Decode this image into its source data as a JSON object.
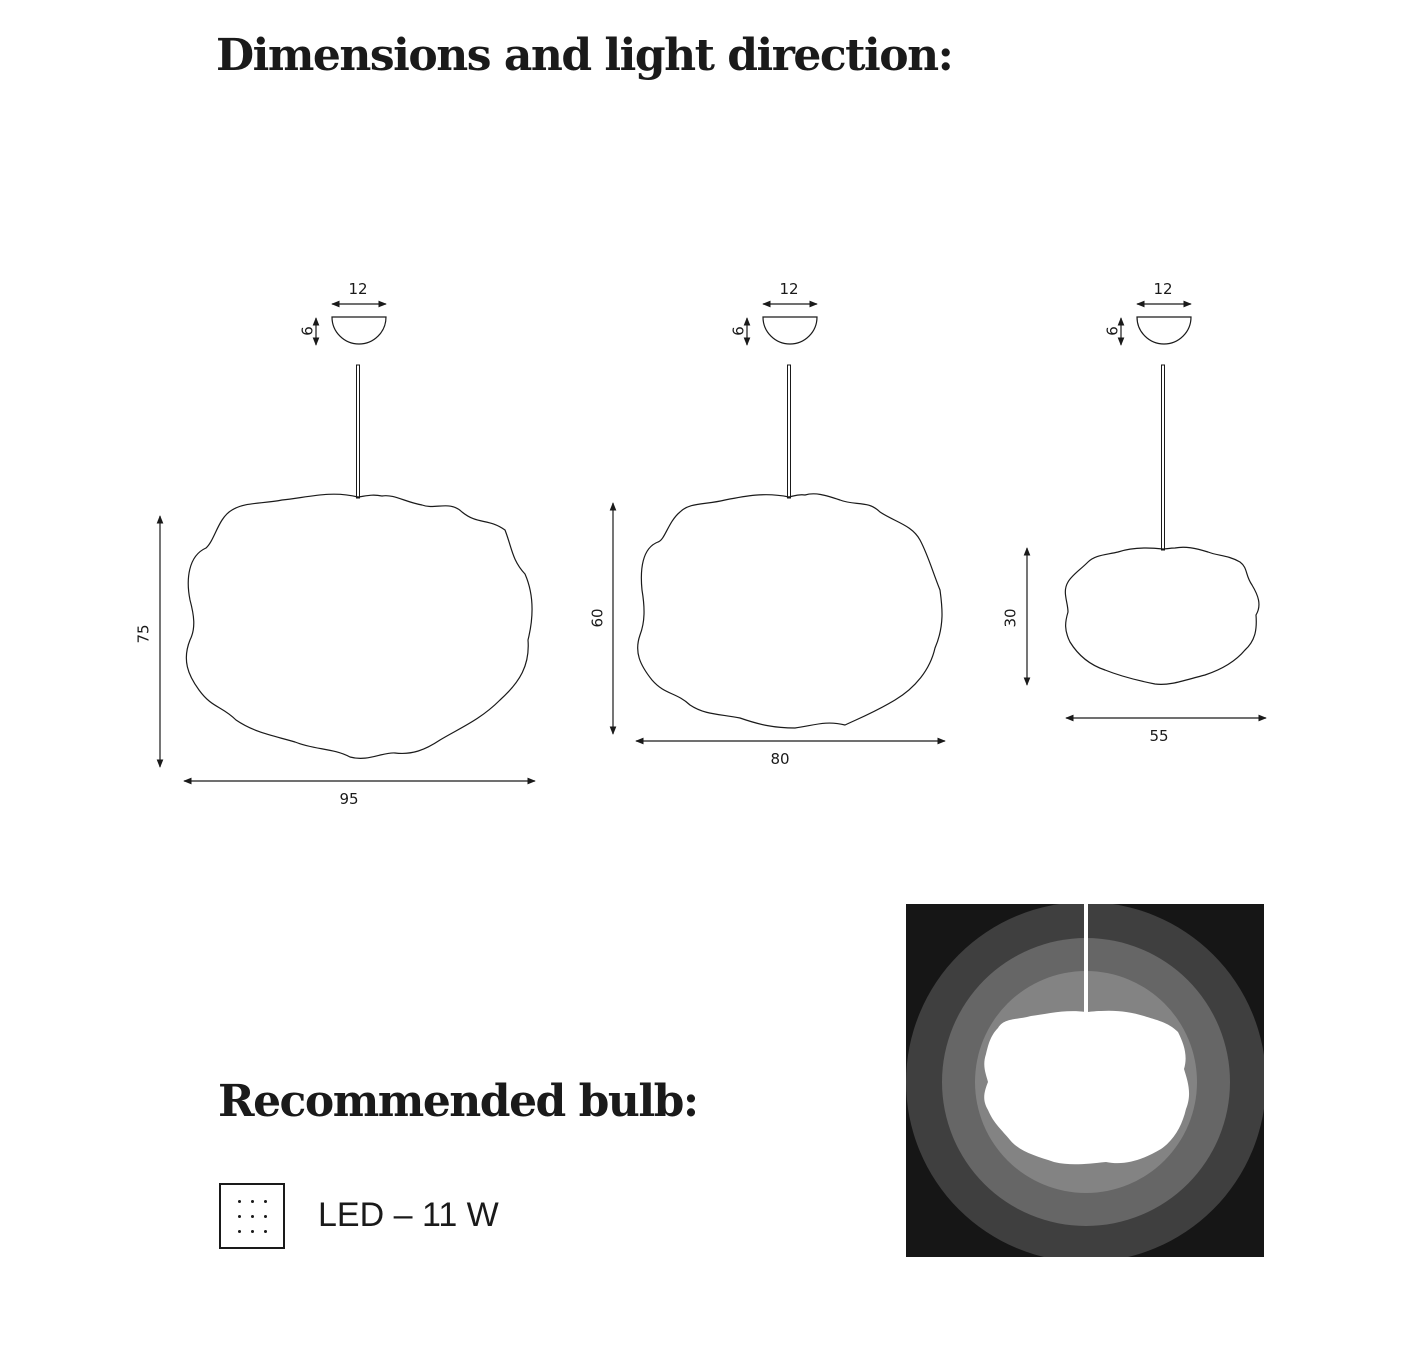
{
  "headings": {
    "dimensions": "Dimensions and light direction:",
    "bulb": "Recommended bulb:"
  },
  "variants": [
    {
      "canopy_width": "12",
      "canopy_height": "6",
      "height": "75",
      "width": "95"
    },
    {
      "canopy_width": "12",
      "canopy_height": "6",
      "height": "60",
      "width": "80"
    },
    {
      "canopy_width": "12",
      "canopy_height": "6",
      "height": "30",
      "width": "55"
    }
  ],
  "bulb": {
    "icon": "led-grid-icon",
    "label": "LED – 11 W"
  },
  "light_diagram": {
    "icon": "light-direction-diagram",
    "colors": [
      "#161616",
      "#3f3f3f",
      "#666666",
      "#838383",
      "#ffffff"
    ]
  }
}
